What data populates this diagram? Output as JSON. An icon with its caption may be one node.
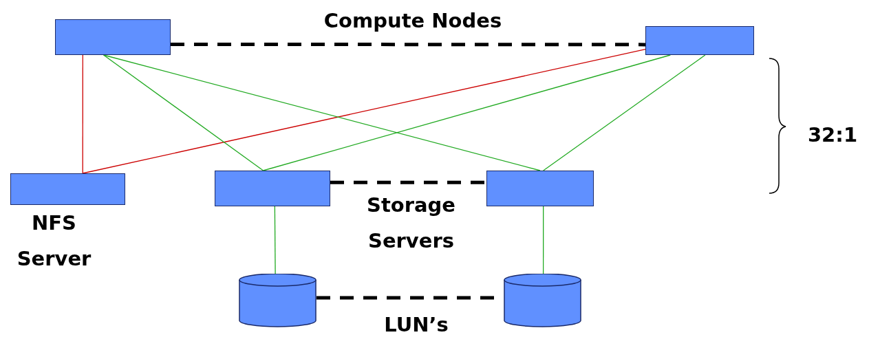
{
  "diagram": {
    "nodes": [
      {
        "text": [],
        "shape": "box"
      },
      {
        "text": [],
        "shape": "box"
      },
      {
        "text": [],
        "shape": "box",
        "beside": [
          "NFS Server"
        ]
      },
      {
        "text": [],
        "shape": "box"
      },
      {
        "text": [],
        "shape": "box"
      },
      {
        "text": [],
        "shape": "cylinder"
      },
      {
        "text": [],
        "shape": "cylinder"
      }
    ],
    "edges": [
      {
        "from": 0,
        "to": 1,
        "arrow": "none",
        "style": "dashed",
        "color": "#000000"
      },
      {
        "from": 0,
        "to": 2,
        "arrow": "none",
        "color": "#cc0000"
      },
      {
        "from": 1,
        "to": 2,
        "arrow": "none",
        "color": "#cc0000"
      },
      {
        "from": 0,
        "to": 3,
        "arrow": "none"
      },
      {
        "from": 0,
        "to": 4,
        "arrow": "none"
      },
      {
        "from": 1,
        "to": 3,
        "arrow": "none"
      },
      {
        "from": 1,
        "to": 4,
        "arrow": "none"
      },
      {
        "from": 3,
        "to": 4,
        "arrow": "none",
        "style": "dashed",
        "color": "#000000"
      },
      {
        "from": 3,
        "to": 5,
        "arrow": "none"
      },
      {
        "from": 4,
        "to": 6,
        "arrow": "none"
      },
      {
        "from": 5,
        "to": 6,
        "arrow": "none",
        "style": "dashed",
        "color": "#000000"
      }
    ],
    "labels": [
      "Compute Nodes",
      "32:1",
      "Storage Servers",
      "LUN’s"
    ]
  }
}
